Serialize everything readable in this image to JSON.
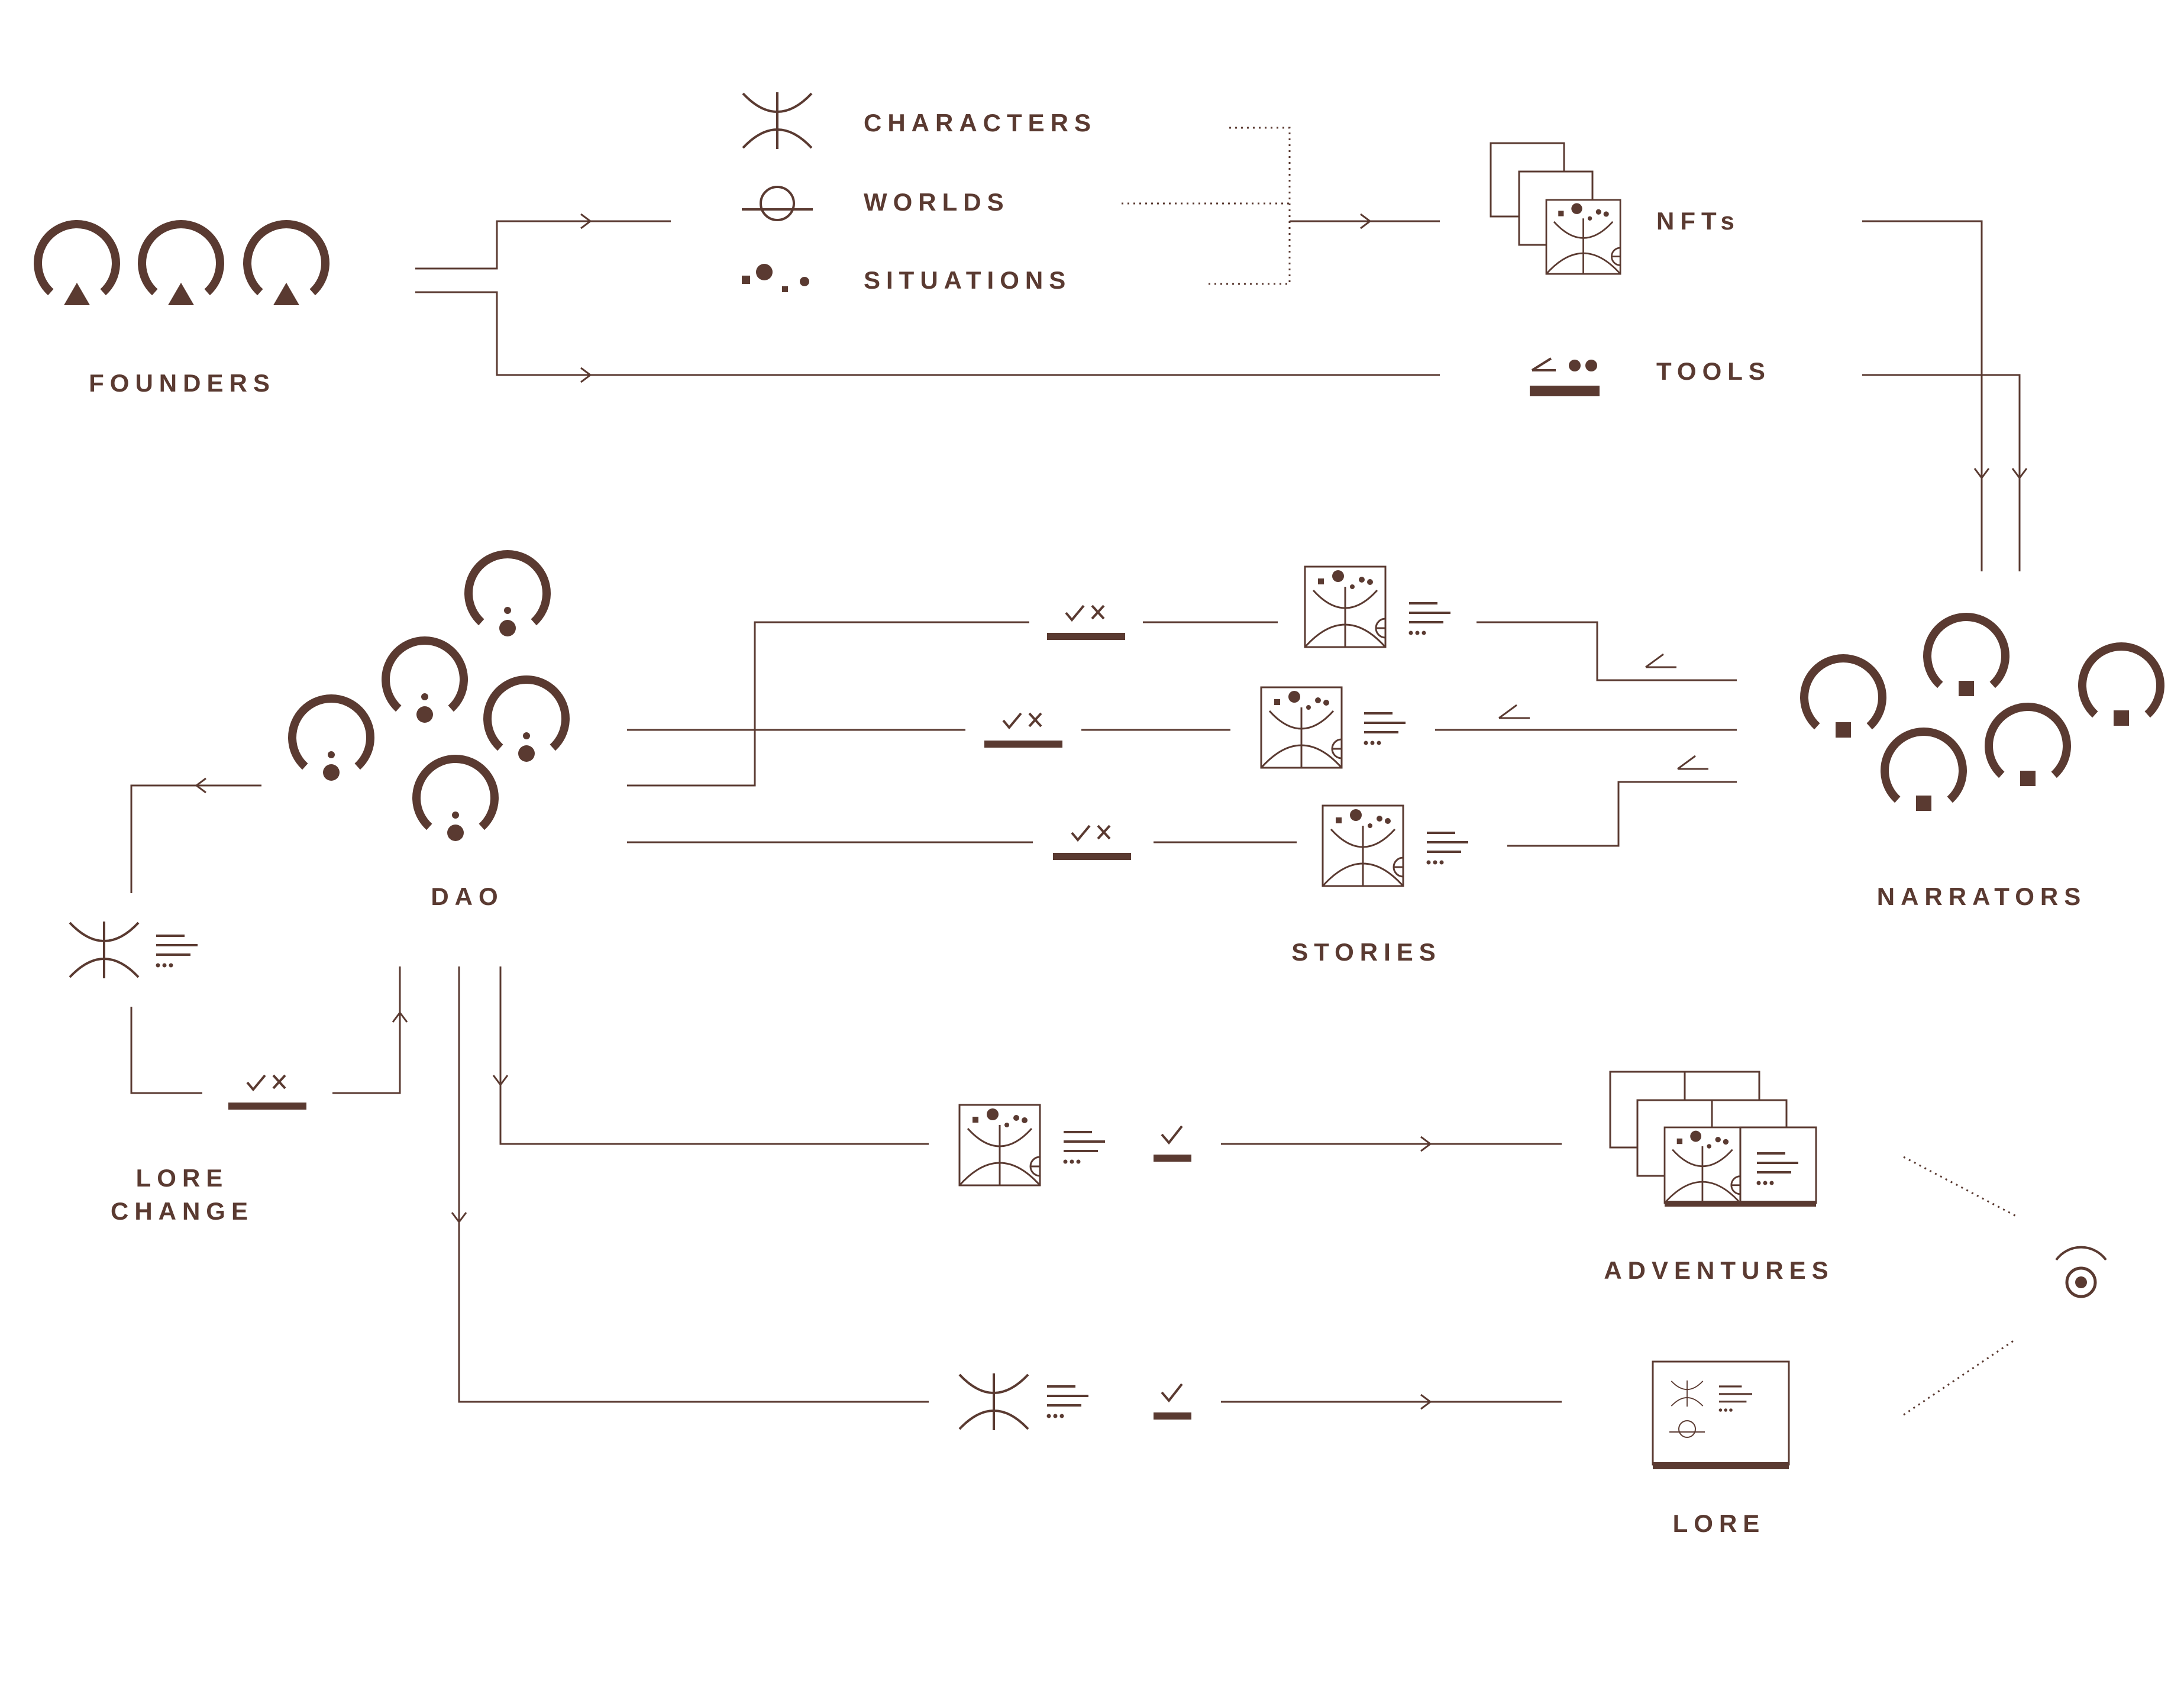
{
  "labels": {
    "founders": "FOUNDERS",
    "characters": "CHARACTERS",
    "worlds": "WORLDS",
    "situations": "SITUATIONS",
    "nfts": "NFTs",
    "tools": "TOOLS",
    "dao": "DAO",
    "stories": "STORIES",
    "narrators": "NARRATORS",
    "lore_change_1": "LORE",
    "lore_change_2": "CHANGE",
    "adventures": "ADVENTURES",
    "lore": "LORE"
  },
  "colors": {
    "ink": "#5a3a31",
    "background": "#ffffff"
  },
  "icons": {
    "founder": "ring-with-triangle-icon",
    "dao_member": "ring-with-dots-icon",
    "narrator": "ring-with-square-icon",
    "character": "character-glyph-icon",
    "world": "world-circle-icon",
    "situation": "scattered-dots-icon",
    "nft": "stacked-cards-icon",
    "tool": "tool-bar-icon",
    "story": "story-card-icon",
    "vote": "check-cross-vote-icon",
    "approve": "check-approve-icon",
    "text_lines": "text-lines-icon",
    "viewer": "eye-viewer-icon"
  }
}
